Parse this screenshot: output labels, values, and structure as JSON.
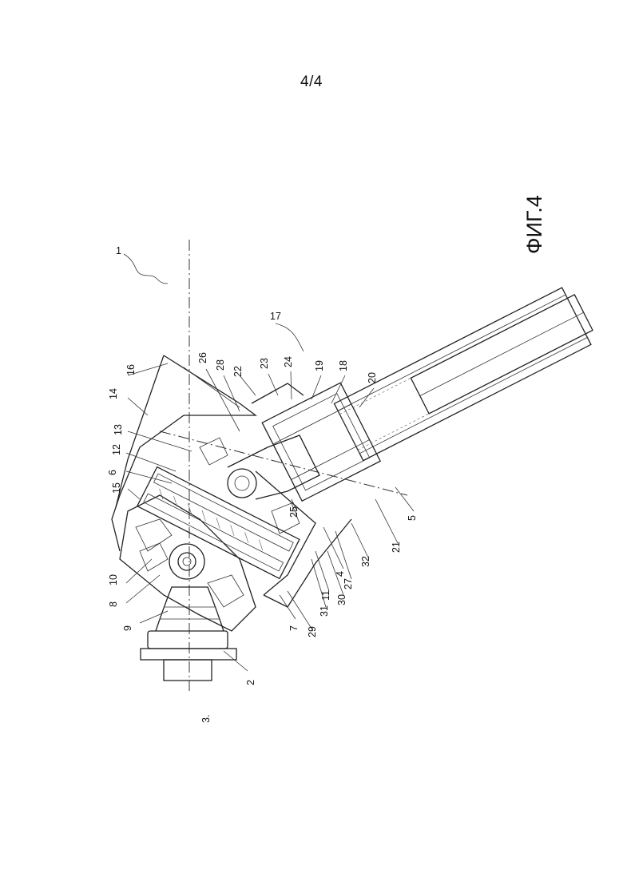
{
  "page_number": "4/4",
  "figure_label": "ФИГ.4",
  "reference_numerals": [
    "1",
    "2",
    "3",
    "4",
    "5",
    "6",
    "7",
    "8",
    "9",
    "10",
    "11",
    "12",
    "13",
    "14",
    "15",
    "16",
    "17",
    "18",
    "19",
    "20",
    "21",
    "22",
    "23",
    "24",
    "25",
    "26",
    "27",
    "28",
    "29",
    "30",
    "31",
    "32"
  ]
}
